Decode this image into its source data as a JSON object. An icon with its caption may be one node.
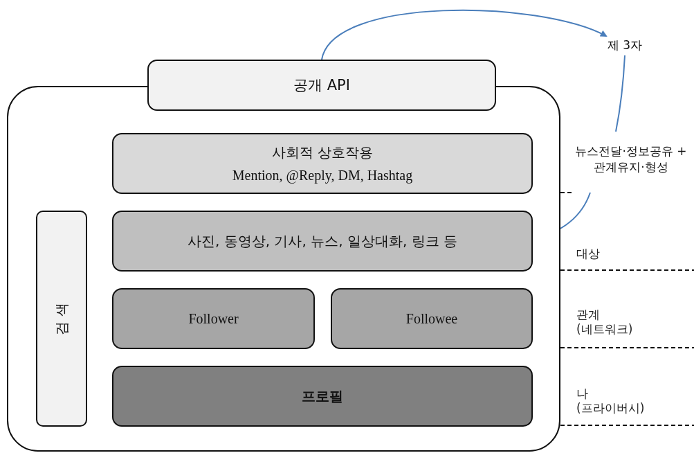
{
  "diagram": {
    "nodes": [
      {
        "text": [],
        "shape": "box"
      },
      {
        "text": [
          "공개 API"
        ]
      },
      {
        "text": [
          "사회적 상호작용",
          "Mention, @Reply, DM, Hashtag"
        ],
        "in": 0
      },
      {
        "text": [
          "사진, 동영상, 기사, 뉴스, 일상대화, 링크 등"
        ],
        "in": 0
      },
      {
        "text": [
          "Follower"
        ],
        "in": 0
      },
      {
        "text": [
          "Followee"
        ],
        "in": 0
      },
      {
        "text": [
          "프로필"
        ],
        "in": 0
      },
      {
        "text": [
          "검 색"
        ],
        "in": 0
      },
      {
        "text": [
          "제 3자"
        ]
      },
      {
        "text": [
          "뉴스전달·정보공유 + 관계유지·형성"
        ]
      }
    ],
    "edges": [
      {
        "from": 1,
        "to": 8,
        "arrow": "to"
      },
      {
        "from": 8,
        "to": 9,
        "arrow": "none"
      },
      {
        "from": 9,
        "to": 3,
        "arrow": "to"
      }
    ],
    "labels": [
      "대상",
      "관계 (네트워크)",
      "나 (프라이버시)"
    ]
  }
}
